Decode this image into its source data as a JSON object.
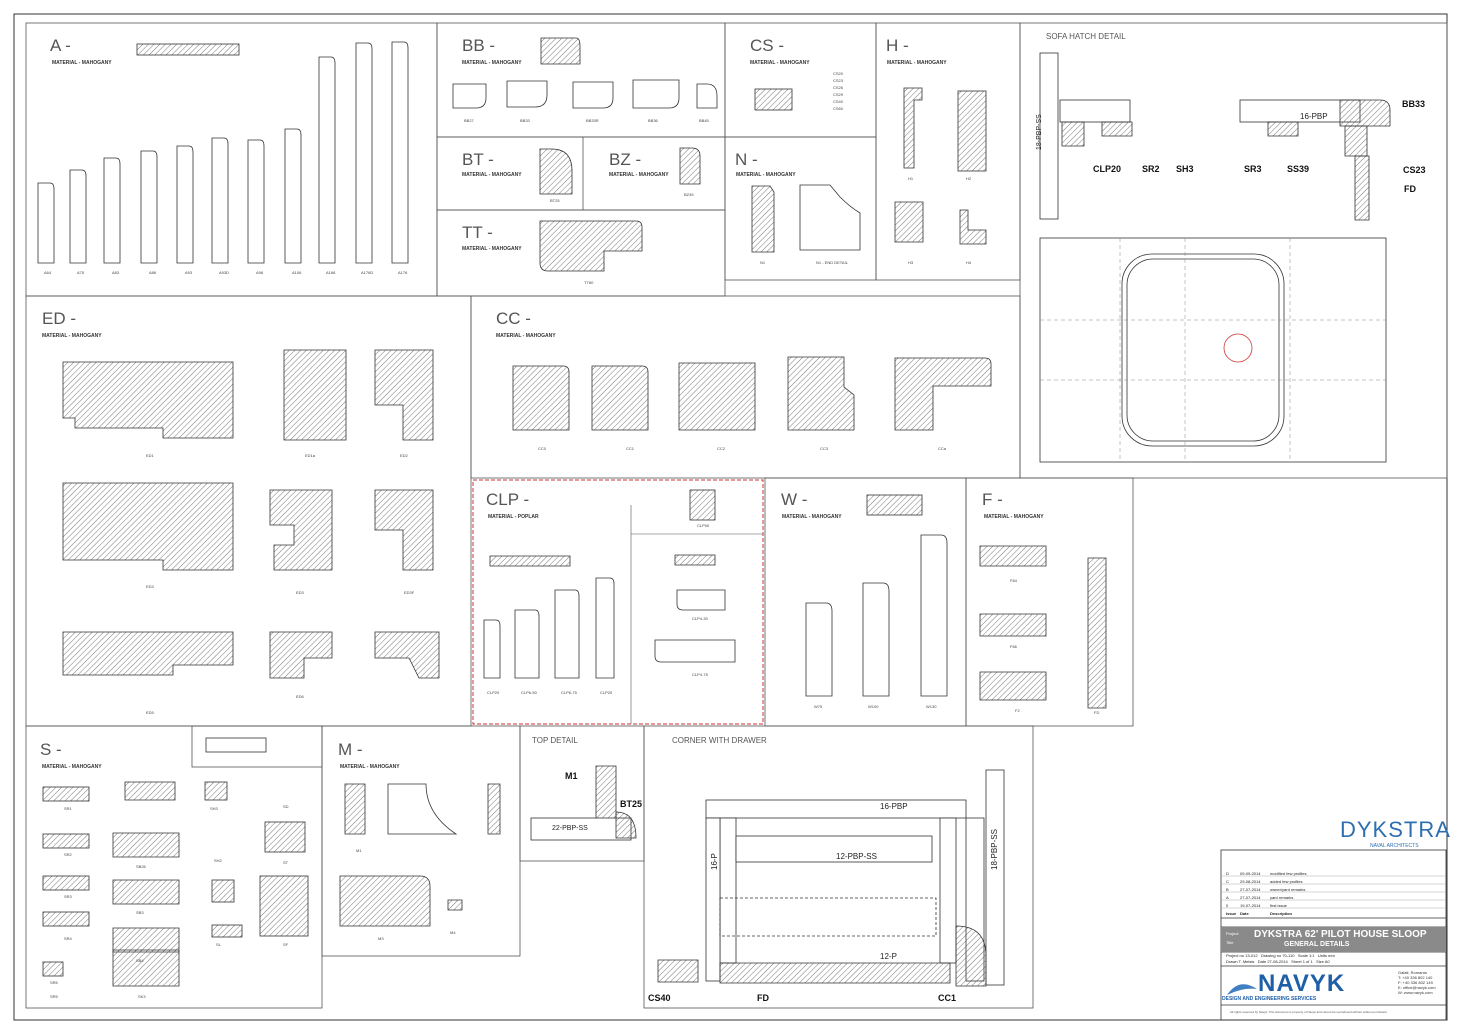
{
  "sections": [
    {
      "id": "A",
      "title": "A -",
      "material": "MATERIAL - MAHOGANY",
      "profiles": [
        "A64",
        "A75",
        "A83",
        "A86",
        "A93",
        "A93D",
        "A96",
        "A106",
        "A168",
        "A176D",
        "A176"
      ]
    },
    {
      "id": "BB",
      "title": "BB -",
      "material": "MATERIAL - MAHOGANY",
      "profiles": [
        "BB27",
        "BB33",
        "BB33R",
        "BB36",
        "BB45"
      ]
    },
    {
      "id": "CS",
      "title": "CS -",
      "material": "MATERIAL - MAHOGANY",
      "profiles": [
        "CS20",
        "CS23",
        "CS26",
        "CS29",
        "CS40",
        "CS60"
      ]
    },
    {
      "id": "H",
      "title": "H -",
      "material": "MATERIAL - MAHOGANY",
      "profiles": [
        "H1",
        "H2",
        "H3",
        "H4"
      ]
    },
    {
      "id": "BT",
      "title": "BT -",
      "material": "MATERIAL - MAHOGANY",
      "profiles": [
        "BT25"
      ]
    },
    {
      "id": "BZ",
      "title": "BZ -",
      "material": "MATERIAL - MAHOGANY",
      "profiles": [
        "BZ45"
      ]
    },
    {
      "id": "N",
      "title": "N -",
      "material": "MATERIAL - MAHOGANY",
      "profiles": [
        "N1",
        "N1 - END DETAIL"
      ]
    },
    {
      "id": "TT",
      "title": "TT -",
      "material": "MATERIAL - MAHOGANY",
      "profiles": [
        "TT80"
      ]
    },
    {
      "id": "ED",
      "title": "ED -",
      "material": "MATERIAL - MAHOGANY",
      "profiles": [
        "ED1",
        "ED1a",
        "ED2",
        "ED3",
        "ED3",
        "ED3F",
        "ED5",
        "ED6"
      ]
    },
    {
      "id": "CC",
      "title": "CC -",
      "material": "MATERIAL - MAHOGANY",
      "profiles": [
        "CC0",
        "CC1",
        "CC2",
        "CC3",
        "CCa"
      ]
    },
    {
      "id": "CLP",
      "title": "CLP -",
      "material": "MATERIAL - POPLAR",
      "profiles": [
        "CLP00",
        "CLP20",
        "CLP6-50",
        "CLP6-75",
        "CLP20",
        "CLP4-30",
        "CLP4-75"
      ]
    },
    {
      "id": "W",
      "title": "W -",
      "material": "MATERIAL - MAHOGANY",
      "profiles": [
        "W75",
        "W100",
        "W130"
      ]
    },
    {
      "id": "F",
      "title": "F -",
      "material": "MATERIAL - MAHOGANY",
      "profiles": [
        "F64",
        "F66",
        "F2",
        "FD"
      ]
    },
    {
      "id": "S",
      "title": "S -",
      "material": "MATERIAL - MAHOGANY",
      "profiles": [
        "SR1",
        "SR2",
        "SR3",
        "SR4",
        "SR5",
        "SB26",
        "SB3",
        "SB4",
        "SH3",
        "SH2",
        "SD",
        "ST",
        "SL",
        "SF",
        "SR6",
        "SK3"
      ]
    },
    {
      "id": "M",
      "title": "M -",
      "material": "MATERIAL - MAHOGANY",
      "profiles": [
        "M1",
        "M3",
        "M4"
      ]
    }
  ],
  "sofa_hatch": {
    "title": "SOFA HATCH DETAIL",
    "labels": [
      "BB33",
      "CS23",
      "FD",
      "CLP20",
      "SR2",
      "SH3",
      "SR3",
      "SS39",
      "16-PBP",
      "18-PBP-SS"
    ]
  },
  "top_detail": {
    "title": "TOP DETAIL",
    "labels": [
      "M1",
      "BT25",
      "22-PBP-SS"
    ]
  },
  "corner_drawer": {
    "title": "CORNER WITH DRAWER",
    "labels": [
      "16-PBP",
      "12-PBP-SS",
      "12-P",
      "16-P",
      "18-PBP-SS",
      "CS40",
      "FD",
      "CC1"
    ]
  },
  "title_block": {
    "logo_main": "DYKSTRA",
    "logo_sub": "NAVAL ARCHITECTS",
    "revisions": [
      {
        "rev": "D",
        "date": "09-09-2014",
        "desc": "modified few profiles"
      },
      {
        "rev": "C",
        "date": "29-08-2014",
        "desc": "added few profiles"
      },
      {
        "rev": "B",
        "date": "27-07-2014",
        "desc": "owner/yard remarks"
      },
      {
        "rev": "A",
        "date": "27-07-2014",
        "desc": "yard remarks"
      },
      {
        "rev": "0",
        "date": "19-07-2014",
        "desc": "first issue"
      }
    ],
    "rev_headers": [
      "Issue",
      "Date",
      "Description"
    ],
    "project": "DYKSTRA 62' PILOT HOUSE SLOOP",
    "drawing_title": "GENERAL DETAILS",
    "project_label": "Project",
    "title_label": "Title",
    "project_no_label": "Project no",
    "project_no": "13-012",
    "drawing_no_label": "Drawing no",
    "drawing_no": "70-110",
    "scale_label": "Scale",
    "scale": "1:1",
    "units_label": "Units",
    "units": "mm",
    "drawn_label": "Drawn",
    "drawn": "T. Metsis",
    "date_label": "Date",
    "date": "27-08-2014",
    "sheet_label": "Sheet",
    "sheet": "1 of 1",
    "size_label": "Size",
    "size": "A0",
    "company": "NAVYK",
    "company_sub": "DESIGN AND ENGINEERING SERVICES",
    "company_city": "Galati, Romania",
    "company_tel": "T: +40 336 802 140",
    "company_fax": "F: +40 336 802 149",
    "company_email": "E: office@navyk.com",
    "company_web": "W: www.navyk.com",
    "footer": "All rights reserved by Navyk. This document is property of Navyk and cannot be reproduced without written permission."
  }
}
